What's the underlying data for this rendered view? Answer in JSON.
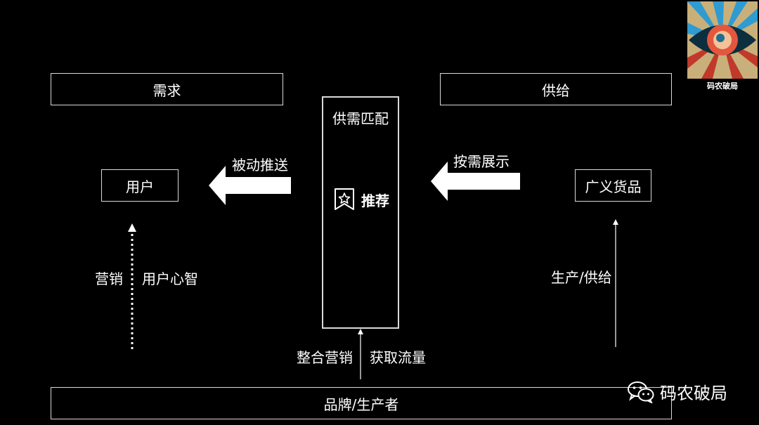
{
  "nodes": {
    "demand": "需求",
    "supply": "供给",
    "matching": "供需匹配",
    "user": "用户",
    "goods": "广义货品",
    "recommend": "推荐",
    "brand": "品牌/生产者"
  },
  "edges": {
    "passive_push": "被动推送",
    "on_demand_display": "按需展示",
    "marketing": "营销",
    "user_mindset": "用户心智",
    "production_supply": "生产/供给",
    "integrated_marketing": "整合营销",
    "acquire_traffic": "获取流量"
  },
  "logo": {
    "caption": "码农破局"
  },
  "watermark": {
    "text": "码农破局"
  },
  "colors": {
    "background": "#000000",
    "foreground": "#ffffff",
    "border": "#d9d9d9"
  }
}
